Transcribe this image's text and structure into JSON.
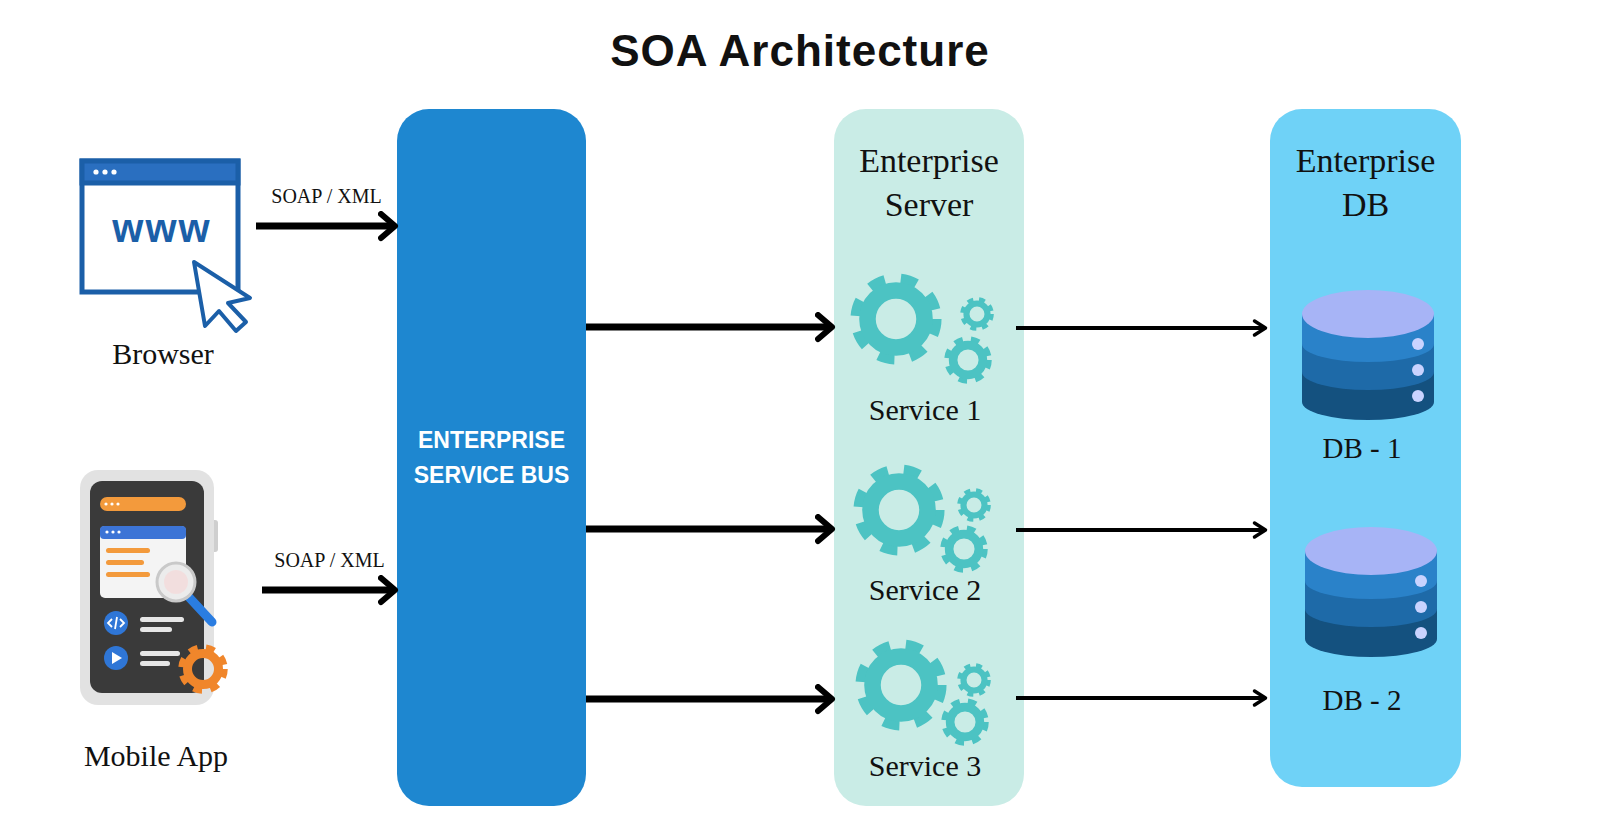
{
  "diagram": {
    "title": "SOA Architecture",
    "nodes": [
      {
        "text": [
          "Browser"
        ]
      },
      {
        "text": [
          "Mobile App"
        ]
      },
      {
        "text": [
          "ENTERPRISE SERVICE BUS"
        ]
      },
      {
        "text": [
          "Enterprise Server"
        ]
      },
      {
        "text": [
          "Service 1"
        ],
        "in": 3
      },
      {
        "text": [
          "Service 2"
        ],
        "in": 3
      },
      {
        "text": [
          "Service 3"
        ],
        "in": 3
      },
      {
        "text": [
          "Enterprise DB"
        ]
      },
      {
        "text": [
          "DB - 1"
        ],
        "in": 7
      },
      {
        "text": [
          "DB - 2"
        ],
        "in": 7
      }
    ],
    "edges": [
      {
        "from": 0,
        "to": 2,
        "arrow": "to",
        "label": "SOAP / XML"
      },
      {
        "from": 1,
        "to": 2,
        "arrow": "to",
        "label": "SOAP / XML"
      },
      {
        "from": 2,
        "to": 4,
        "arrow": "to"
      },
      {
        "from": 2,
        "to": 5,
        "arrow": "to"
      },
      {
        "from": 2,
        "to": 6,
        "arrow": "to"
      },
      {
        "from": 4,
        "to": 8,
        "arrow": "to"
      },
      {
        "from": 5,
        "to": 9,
        "arrow": "to"
      },
      {
        "from": 6,
        "to": 9,
        "arrow": "to"
      }
    ],
    "labels": [
      "www"
    ]
  }
}
